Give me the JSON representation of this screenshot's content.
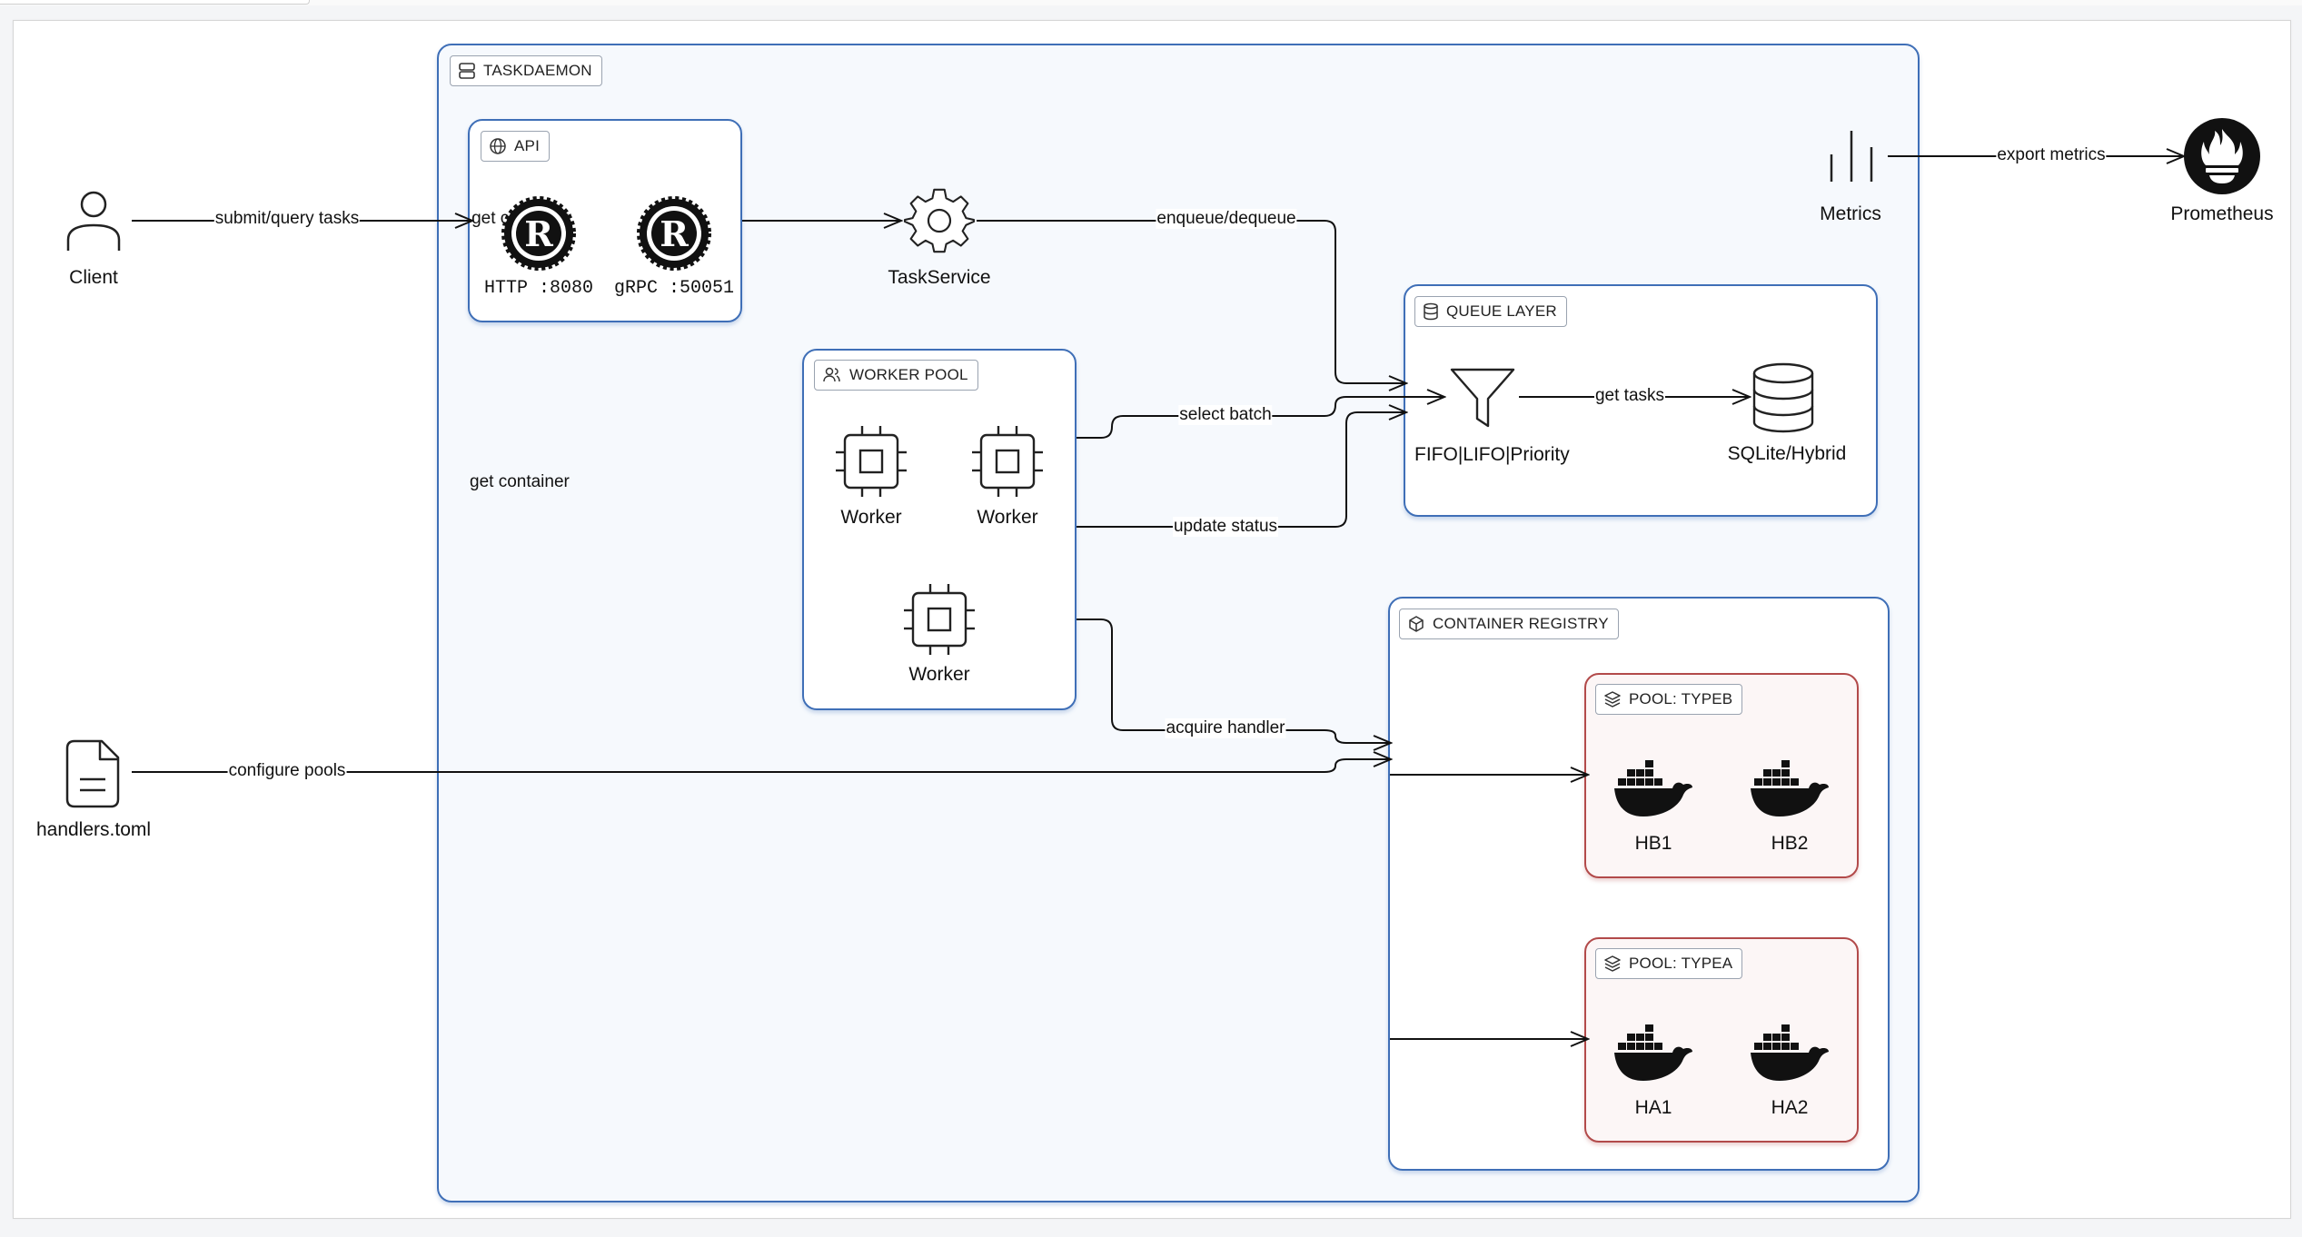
{
  "groups": {
    "taskdaemon": "TASKDAEMON",
    "api": "API",
    "worker_pool": "WORKER POOL",
    "queue_layer": "QUEUE LAYER",
    "container_registry": "CONTAINER REGISTRY",
    "pool_typeb": "POOL: TYPEB",
    "pool_typea": "POOL: TYPEA"
  },
  "nodes": {
    "client": "Client",
    "handlers": "handlers.toml",
    "http": "HTTP :8080",
    "grpc": "gRPC :50051",
    "task_service": "TaskService",
    "metrics": "Metrics",
    "prometheus": "Prometheus",
    "worker_1": "Worker",
    "worker_2": "Worker",
    "worker_3": "Worker",
    "queue": "FIFO|LIFO|Priority",
    "storage": "SQLite/Hybrid",
    "hb1": "HB1",
    "hb2": "HB2",
    "ha1": "HA1",
    "ha2": "HA2"
  },
  "edges": {
    "submit": "submit/query tasks",
    "get_container_overlap": "get container",
    "get_container": "get container",
    "enqueue": "enqueue/dequeue",
    "export": "export metrics",
    "select_batch": "select batch",
    "update_status": "update status",
    "get_tasks": "get tasks",
    "acquire": "acquire handler",
    "configure": "configure pools"
  },
  "colors": {
    "group_border": "#3f6fb7",
    "pool_border": "#b24a4a",
    "edge": "#111111"
  }
}
